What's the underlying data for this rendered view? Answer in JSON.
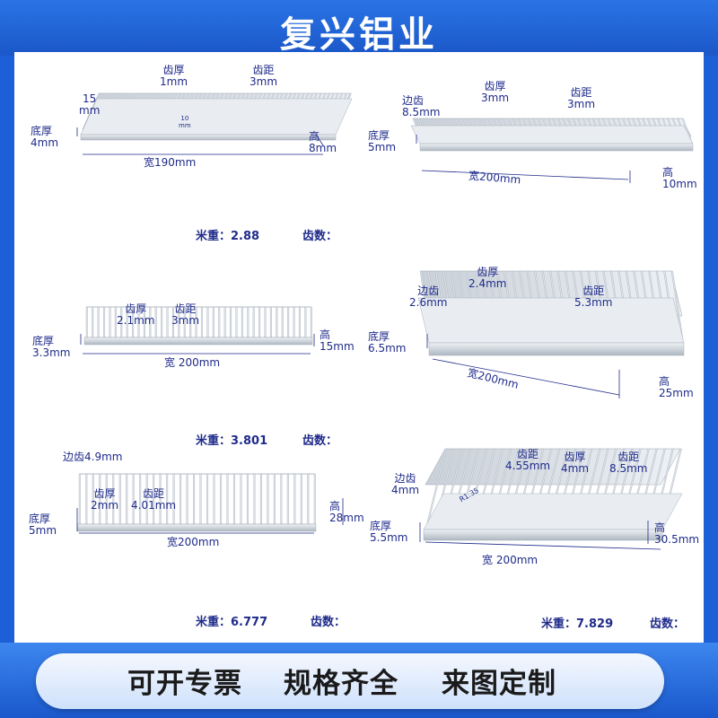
{
  "header": {
    "title": "复兴铝业"
  },
  "footer": {
    "taglines": [
      "可开专票",
      "规格齐全",
      "来图定制"
    ]
  },
  "panels": [
    {
      "dims": {
        "fin_thickness": "齿厚\n1mm",
        "pitch": "齿距\n3mm",
        "edge": "15\nmm",
        "base": "底厚\n4mm",
        "height": "高\n8mm",
        "width": "宽190mm",
        "small": "10\nmm"
      },
      "weight_label": "米重：2.88",
      "teeth_label": "齿数："
    },
    {
      "dims": {
        "edge": "边齿\n8.5mm",
        "fin_thickness": "齿厚\n3mm",
        "pitch": "齿距\n3mm",
        "base": "底厚\n5mm",
        "height": "高\n10mm",
        "width": "宽200mm"
      }
    },
    {
      "dims": {
        "fin_thickness": "齿厚\n2.1mm",
        "pitch": "齿距\n3mm",
        "base": "底厚\n3.3mm",
        "height": "高\n15mm",
        "width": "宽 200mm"
      },
      "weight_label": "米重：3.801",
      "teeth_label": "齿数："
    },
    {
      "dims": {
        "edge": "边齿\n2.6mm",
        "fin_thickness": "齿厚\n2.4mm",
        "pitch": "齿距\n5.3mm",
        "base": "底厚\n6.5mm",
        "height": "高\n25mm",
        "width": "宽200mm"
      }
    },
    {
      "dims": {
        "edge": "边齿4.9mm",
        "fin_thickness": "齿厚\n2mm",
        "pitch": "齿距\n4.01mm",
        "base": "底厚\n5mm",
        "height": "高\n28mm",
        "width": "宽200mm"
      },
      "weight_label": "米重：6.777",
      "teeth_label": "齿数："
    },
    {
      "dims": {
        "edge": "边齿\n4mm",
        "pitch_a": "齿距\n4.55mm",
        "fin_thickness": "齿厚\n4mm",
        "pitch_b": "齿距\n8.5mm",
        "base": "底厚\n5.5mm",
        "height": "高\n30.5mm",
        "width": "宽 200mm",
        "small": "R1.35"
      },
      "weight_label": "米重：7.829",
      "teeth_label": "齿数："
    }
  ],
  "colors": {
    "brand_blue": "#1d5fd6",
    "label_navy": "#1f2b8a",
    "metal": "#cfd6de"
  }
}
